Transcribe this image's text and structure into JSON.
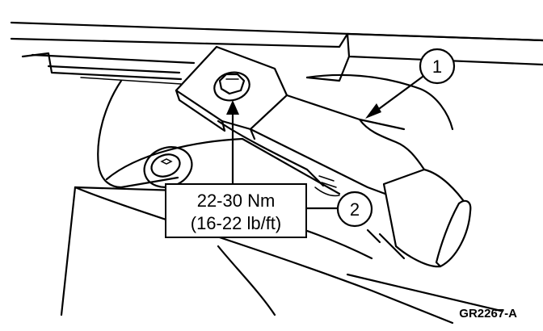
{
  "callouts": [
    {
      "label": "1"
    },
    {
      "label": "2"
    }
  ],
  "torque_spec": {
    "metric": "22-30 Nm",
    "imperial": "(16-22 lb/ft)"
  },
  "figure_id": "GR2267-A"
}
